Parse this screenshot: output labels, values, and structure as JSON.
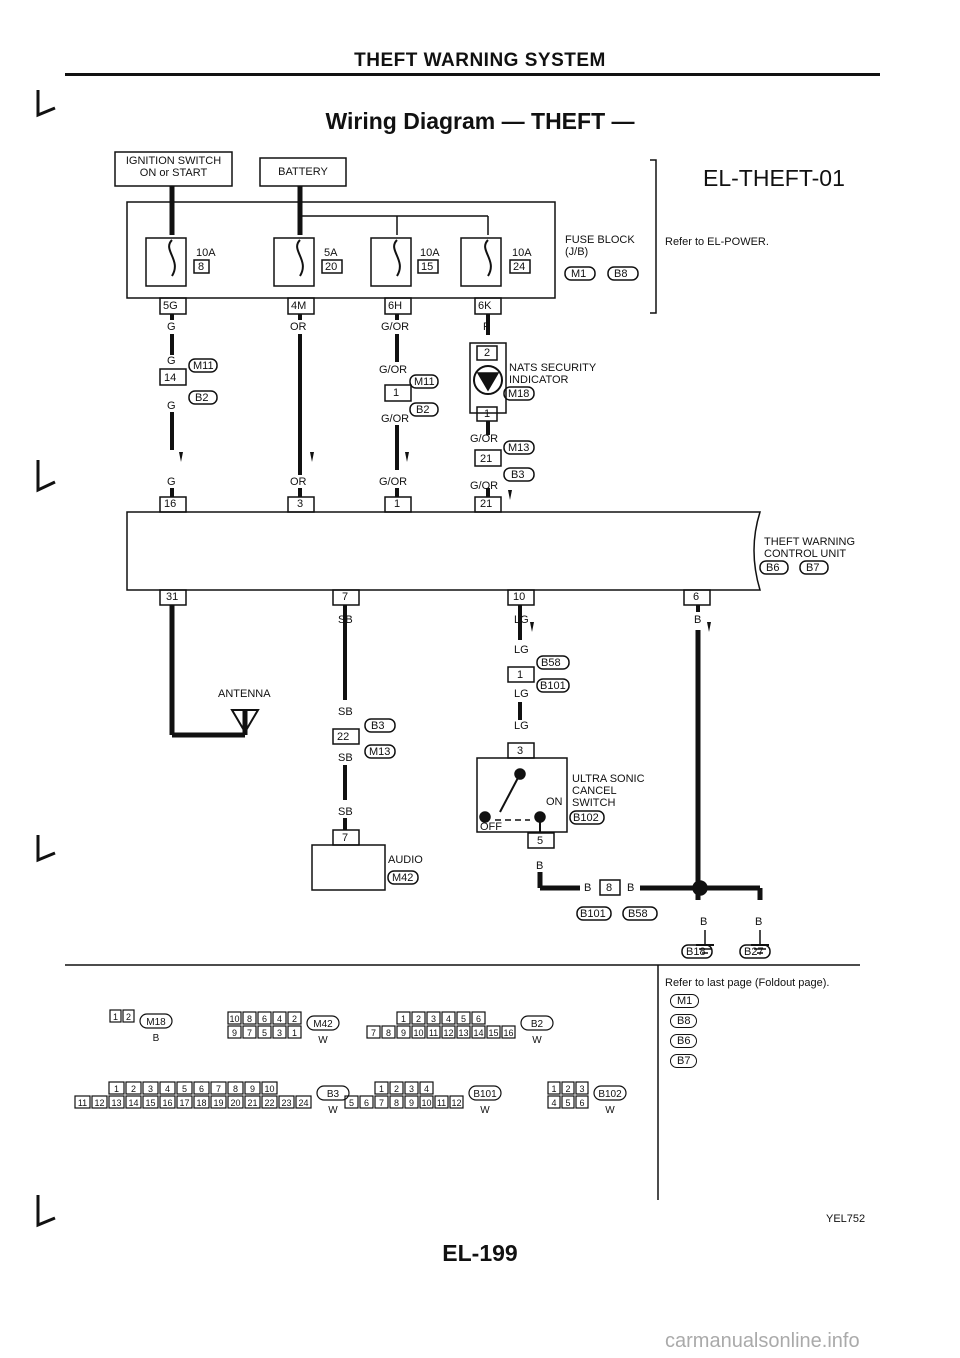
{
  "header": {
    "title": "THEFT WARNING SYSTEM",
    "subtitle": "Wiring Diagram — THEFT —",
    "code": "EL-THEFT-01"
  },
  "power": {
    "ignition_label": "IGNITION SWITCH\nON or START",
    "battery_label": "BATTERY",
    "fuse_block_label": "FUSE BLOCK\n(J/B)",
    "fuse_block_refs": [
      "M1",
      "B8"
    ],
    "refer_power": "Refer to EL-POWER.",
    "fuses": [
      {
        "amp": "10A",
        "num": "8",
        "out": "5G",
        "color": "G"
      },
      {
        "amp": "5A",
        "num": "20",
        "out": "4M",
        "color": "OR"
      },
      {
        "amp": "10A",
        "num": "15",
        "out": "6H",
        "color": "G/OR"
      },
      {
        "amp": "10A",
        "num": "24",
        "out": "6K",
        "color": "P"
      }
    ]
  },
  "nats": {
    "label": "NATS SECURITY\nINDICATOR",
    "conn": "M18",
    "pins": [
      "2",
      "1"
    ]
  },
  "control_unit": {
    "label": "THEFT WARNING\nCONTROL UNIT",
    "refs": [
      "B6",
      "B7"
    ],
    "top_pins": [
      "16",
      "3",
      "1",
      "21"
    ],
    "bottom_pins": [
      "31",
      "7",
      "10",
      "6"
    ]
  },
  "wires": {
    "g": "G",
    "or": "OR",
    "gor": "G/OR",
    "sb": "SB",
    "lg": "LG",
    "b": "B",
    "conn_m11": "M11",
    "conn_b2": "B2",
    "conn_m13": "M13",
    "conn_b3": "B3",
    "conn_b58": "B58",
    "conn_b101": "B101",
    "pin_14": "14",
    "pin_1": "1",
    "pin_21": "21",
    "pin_22": "22",
    "pin_1b": "1",
    "pin_8": "8"
  },
  "antenna": {
    "label": "ANTENNA"
  },
  "audio": {
    "label": "AUDIO",
    "conn": "M42",
    "pin": "7"
  },
  "ultrasonic": {
    "label": "ULTRA SONIC\nCANCEL\nSWITCH",
    "conn": "B102",
    "on": "ON",
    "off": "OFF",
    "pins": [
      "3",
      "5"
    ]
  },
  "grounds": [
    "B18",
    "B27"
  ],
  "bottom_conn_labels": {
    "b101": "B101",
    "b58": "B58"
  },
  "connectors": [
    {
      "id": "M18",
      "color": "B",
      "rows": [
        [
          "1",
          "2"
        ]
      ]
    },
    {
      "id": "M42",
      "color": "W",
      "rows": [
        [
          "10",
          "8",
          "6",
          "4",
          "2"
        ],
        [
          "9",
          "7",
          "5",
          "3",
          "1"
        ]
      ]
    },
    {
      "id": "B2",
      "color": "W",
      "rows": [
        [
          "1",
          "2",
          "3",
          "4",
          "5",
          "6"
        ],
        [
          "7",
          "8",
          "9",
          "10",
          "11",
          "12",
          "13",
          "14",
          "15",
          "16"
        ]
      ]
    },
    {
      "id": "B3",
      "color": "W",
      "rows": [
        [
          "1",
          "2",
          "3",
          "4",
          "5",
          "6",
          "7",
          "8",
          "9",
          "10"
        ],
        [
          "11",
          "12",
          "13",
          "14",
          "15",
          "16",
          "17",
          "18",
          "19",
          "20",
          "21",
          "22",
          "23",
          "24"
        ]
      ]
    },
    {
      "id": "B101",
      "color": "W",
      "rows": [
        [
          "1",
          "2",
          "3",
          "4"
        ],
        [
          "5",
          "6",
          "7",
          "8",
          "9",
          "10",
          "11",
          "12"
        ]
      ]
    },
    {
      "id": "B102",
      "color": "W",
      "rows": [
        [
          "1",
          "2",
          "3"
        ],
        [
          "4",
          "5",
          "6"
        ]
      ]
    }
  ],
  "refer_last_page": "Refer to last page (Foldout page).",
  "foldout_refs": [
    "M1",
    "B8",
    "B6",
    "B7"
  ],
  "footer": {
    "page": "EL-199",
    "ref": "YEL752",
    "watermark": "carmanualsonline.info"
  }
}
